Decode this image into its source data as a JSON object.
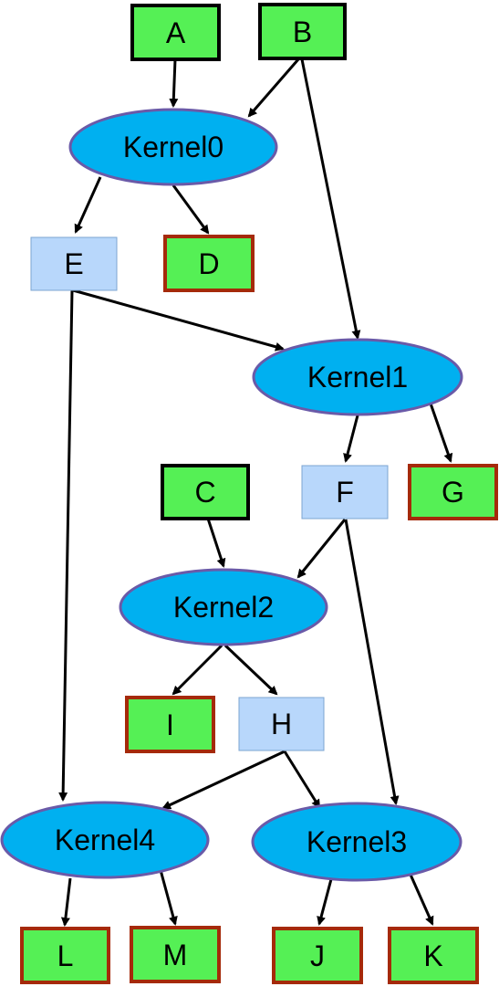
{
  "colors": {
    "input_fill": "#55f055",
    "input_border": "#000000",
    "output_fill": "#55f055",
    "output_border": "#a52a0a",
    "intermediate_fill": "#b8d7fb",
    "intermediate_border": "#7da4d2",
    "kernel_fill": "#00b0f0",
    "kernel_border": "#6a5aa8",
    "edge": "#000000"
  },
  "nodes": {
    "A": {
      "label": "A",
      "kind": "input"
    },
    "B": {
      "label": "B",
      "kind": "input"
    },
    "C": {
      "label": "C",
      "kind": "input"
    },
    "D": {
      "label": "D",
      "kind": "output"
    },
    "E": {
      "label": "E",
      "kind": "intermediate"
    },
    "F": {
      "label": "F",
      "kind": "intermediate"
    },
    "G": {
      "label": "G",
      "kind": "output"
    },
    "H": {
      "label": "H",
      "kind": "intermediate"
    },
    "I": {
      "label": "I",
      "kind": "output"
    },
    "J": {
      "label": "J",
      "kind": "output"
    },
    "K": {
      "label": "K",
      "kind": "output"
    },
    "L": {
      "label": "L",
      "kind": "output"
    },
    "M": {
      "label": "M",
      "kind": "output"
    },
    "Kernel0": {
      "label": "Kernel0",
      "kind": "kernel"
    },
    "Kernel1": {
      "label": "Kernel1",
      "kind": "kernel"
    },
    "Kernel2": {
      "label": "Kernel2",
      "kind": "kernel"
    },
    "Kernel3": {
      "label": "Kernel3",
      "kind": "kernel"
    },
    "Kernel4": {
      "label": "Kernel4",
      "kind": "kernel"
    }
  },
  "edges": [
    {
      "from": "A",
      "to": "Kernel0"
    },
    {
      "from": "B",
      "to": "Kernel0"
    },
    {
      "from": "B",
      "to": "Kernel1"
    },
    {
      "from": "Kernel0",
      "to": "E"
    },
    {
      "from": "Kernel0",
      "to": "D"
    },
    {
      "from": "E",
      "to": "Kernel1"
    },
    {
      "from": "E",
      "to": "Kernel4"
    },
    {
      "from": "Kernel1",
      "to": "F"
    },
    {
      "from": "Kernel1",
      "to": "G"
    },
    {
      "from": "C",
      "to": "Kernel2"
    },
    {
      "from": "F",
      "to": "Kernel2"
    },
    {
      "from": "F",
      "to": "Kernel3"
    },
    {
      "from": "Kernel2",
      "to": "I"
    },
    {
      "from": "Kernel2",
      "to": "H"
    },
    {
      "from": "H",
      "to": "Kernel4"
    },
    {
      "from": "H",
      "to": "Kernel3"
    },
    {
      "from": "Kernel4",
      "to": "L"
    },
    {
      "from": "Kernel4",
      "to": "M"
    },
    {
      "from": "Kernel3",
      "to": "J"
    },
    {
      "from": "Kernel3",
      "to": "K"
    }
  ]
}
